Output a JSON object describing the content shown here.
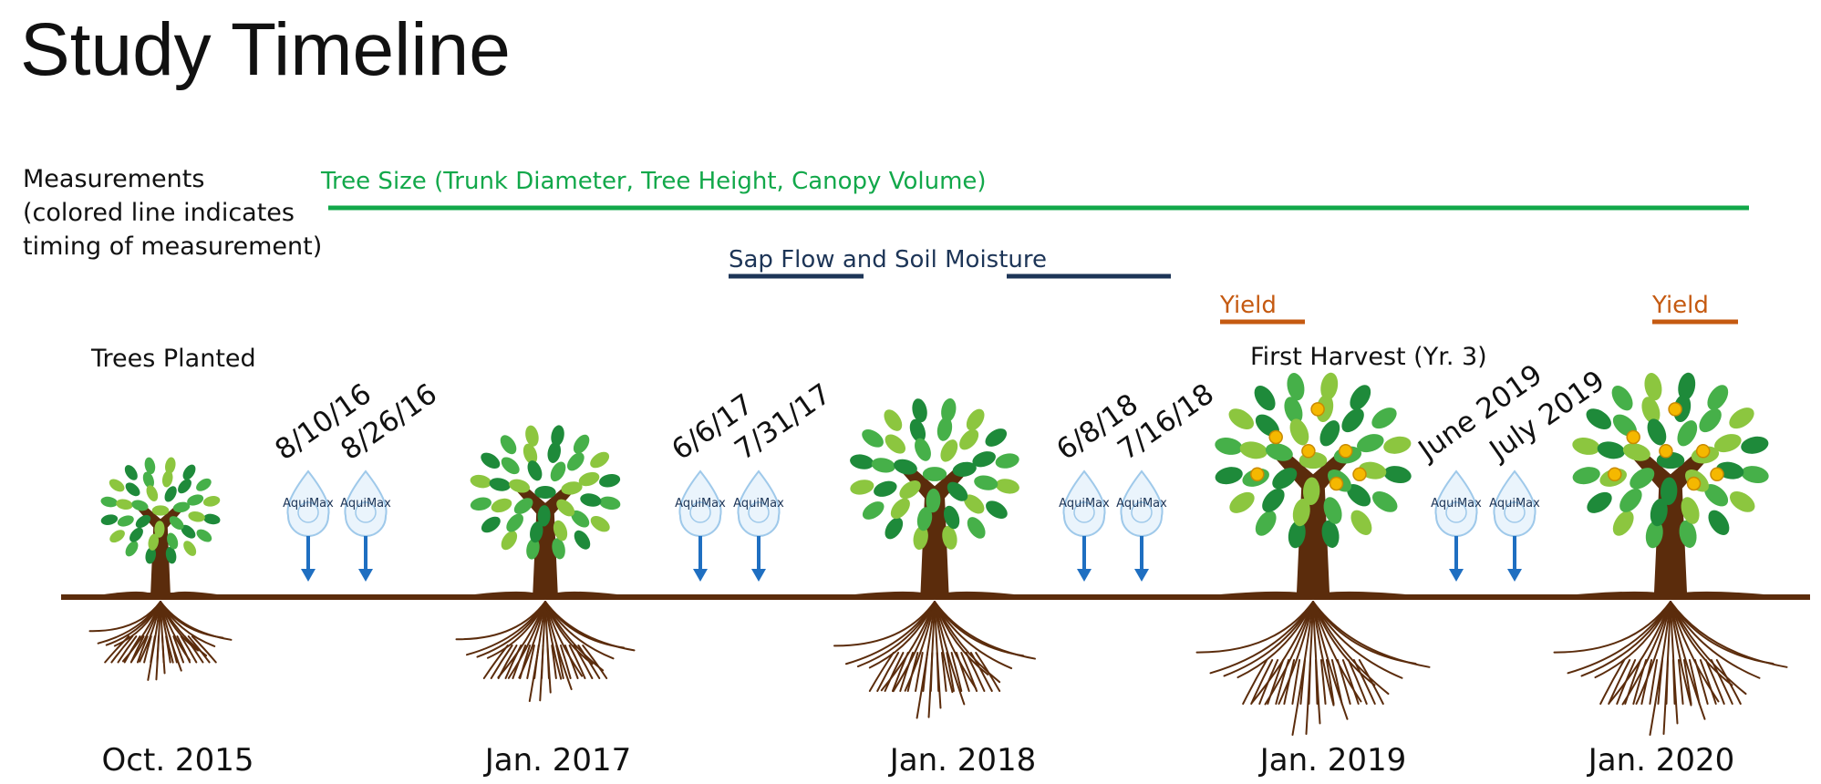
{
  "title": "Study Timeline",
  "measurements_label": [
    "Measurements",
    "(colored line indicates",
    "timing of measurement)"
  ],
  "measurement_rows": [
    {
      "label": "Tree Size (Trunk Diameter, Tree Height, Canopy Volume)",
      "color": "#12a84a"
    },
    {
      "label": "Sap Flow and Soil Moisture",
      "color": "#1d3557"
    },
    {
      "label": "Yield",
      "color": "#c55a11"
    },
    {
      "label": "Yield",
      "color": "#c55a11"
    }
  ],
  "milestones": [
    "Trees Planted",
    "First Harvest (Yr. 3)"
  ],
  "irrigation_dates": [
    "8/10/16",
    "8/26/16",
    "6/6/17",
    "7/31/17",
    "6/8/18",
    "7/16/18",
    "June 2019",
    "July 2019"
  ],
  "drop_logo_text": "AquiMax",
  "year_labels": [
    "Oct. 2015",
    "Jan. 2017",
    "Jan. 2018",
    "Jan. 2019",
    "Jan. 2020"
  ],
  "colors": {
    "ground": "#5b2c0c",
    "trunk": "#5b2c0c",
    "arrow": "#1f6fc1",
    "leaf_dark": "#1e8a3a",
    "leaf_mid": "#46b049",
    "leaf_light": "#8cc63f",
    "fruit": "#f5b800"
  }
}
